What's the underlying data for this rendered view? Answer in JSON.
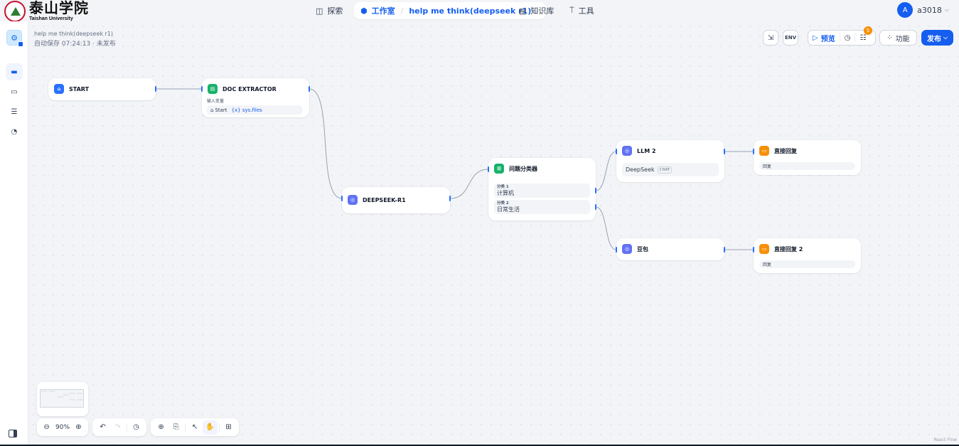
{
  "brand": {
    "name_cn": "泰山学院",
    "name_en": "Taishan University"
  },
  "nav": {
    "explore": "探索",
    "studio": "工作室",
    "app_name": "help me think(deepseek r1)",
    "knowledge": "知识库",
    "tools": "工具"
  },
  "account": {
    "initial": "A",
    "name": "a3018"
  },
  "workflow": {
    "title": "help me think(deepseek r1)",
    "status": "自动保存 07:24:13 · 未发布"
  },
  "toolbar": {
    "preview": "预览",
    "run_count": "5",
    "feature": "功能",
    "publish": "发布"
  },
  "nodes": {
    "start": {
      "title": "START"
    },
    "doc_extractor": {
      "title": "DOC EXTRACTOR",
      "input_label": "输入变量",
      "source": "Start",
      "variable": "{x} sys.files"
    },
    "deepseek": {
      "title": "DEEPSEEK-R1"
    },
    "classifier": {
      "title": "问题分类器",
      "classes": [
        {
          "name": "分类 1",
          "value": "计算机"
        },
        {
          "name": "分类 2",
          "value": "日常生活"
        }
      ]
    },
    "llm2": {
      "title": "LLM 2",
      "model": "DeepSeek",
      "mode": "CHAT"
    },
    "doubao": {
      "title": "豆包"
    },
    "answer1": {
      "title": "直接回复",
      "field": "回复"
    },
    "answer2": {
      "title": "直接回复 2",
      "field": "回复"
    }
  },
  "controls": {
    "zoom": "90%"
  },
  "footer": {
    "attribution": "React Flow"
  },
  "colors": {
    "accent": "#155eef",
    "start_icon": "#2970ff",
    "extractor_icon": "#17b26a",
    "llm_icon": "#6172f3",
    "answer_icon": "#f79009"
  }
}
